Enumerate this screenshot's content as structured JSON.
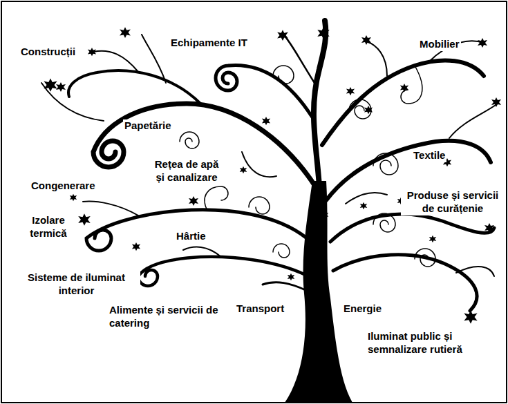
{
  "diagram": {
    "labels": [
      "Construcții",
      "Echipamente IT",
      "Mobilier",
      "Papetărie",
      "Textile",
      "Rețea de apă și canalizare",
      "Congenerare",
      "Produse și servicii de curățenie",
      "Izolare termică",
      "Hârtie",
      "Sisteme de iluminat interior",
      "Alimente și servicii de catering",
      "Transport",
      "Energie",
      "Iluminat public și semnalizare rutieră"
    ]
  }
}
